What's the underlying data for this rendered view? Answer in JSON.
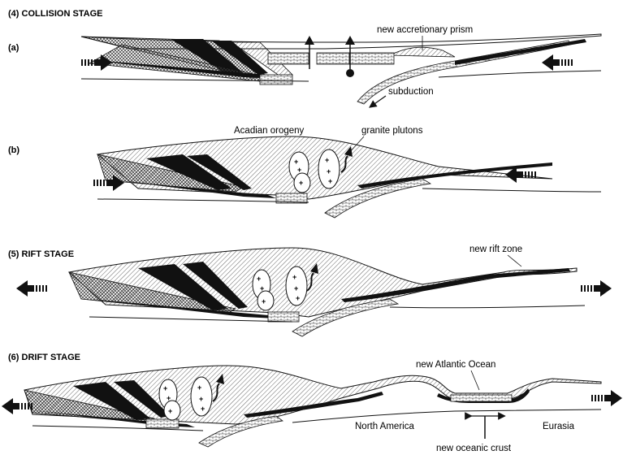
{
  "stages": {
    "collision": "(4) COLLISION STAGE",
    "rift": "(5) RIFT STAGE",
    "drift": "(6) DRIFT STAGE"
  },
  "panels": {
    "a": "(a)",
    "b": "(b)"
  },
  "labels": {
    "new_accretionary_prism": "new accretionary prism",
    "subduction": "subduction",
    "acadian_orogeny": "Acadian orogeny",
    "granite_plutons": "granite plutons",
    "new_rift_zone": "new rift zone",
    "new_atlantic_ocean": "new Atlantic Ocean",
    "north_america": "North America",
    "eurasia": "Eurasia",
    "new_oceanic_crust": "new oceanic crust"
  },
  "pluton_symbol": "+",
  "colors": {
    "ink": "#111111",
    "paper": "#ffffff",
    "hatch": "#555555"
  }
}
